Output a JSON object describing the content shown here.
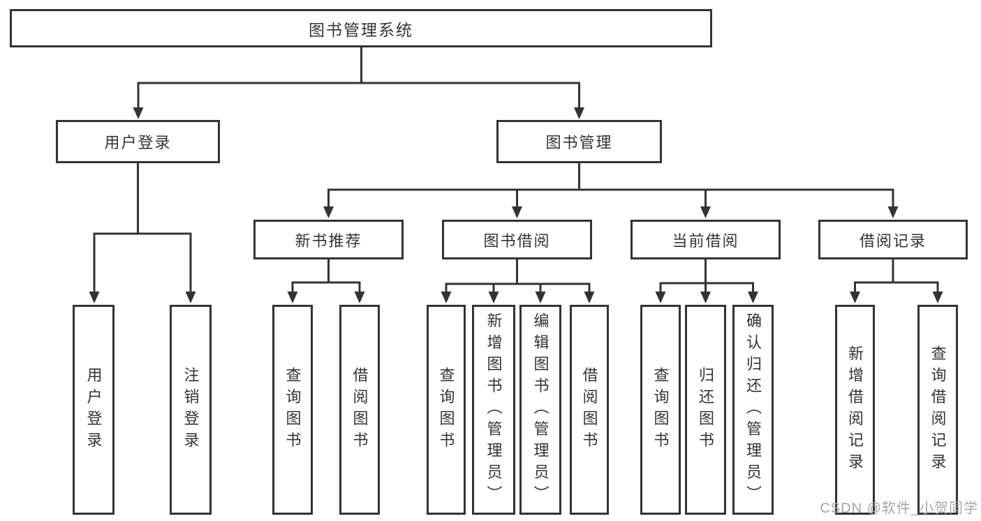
{
  "colors": {
    "line": "#333333",
    "border": "#333333",
    "text": "#333333",
    "box_fill": "#ffffff",
    "watermark": "#a6a6a6",
    "background": "#ffffff"
  },
  "root": {
    "label": "图书管理系统"
  },
  "level2": {
    "user_login": {
      "label": "用户登录"
    },
    "book_management": {
      "label": "图书管理"
    }
  },
  "level3": {
    "new_book_recommend": {
      "label": "新书推荐"
    },
    "book_borrowing": {
      "label": "图书借阅"
    },
    "current_borrowing": {
      "label": "当前借阅"
    },
    "borrowing_records": {
      "label": "借阅记录"
    }
  },
  "leaves": {
    "user_login": {
      "label": "用户登录"
    },
    "logout": {
      "label": "注销登录"
    },
    "nbr_query_books": {
      "label": "查询图书"
    },
    "nbr_borrow_books": {
      "label": "借阅图书"
    },
    "bb_query_books": {
      "label": "查询图书"
    },
    "bb_add_books": {
      "label": "新增图书（管理员）"
    },
    "bb_edit_books": {
      "label": "编辑图书（管理员）"
    },
    "bb_borrow_books": {
      "label": "借阅图书"
    },
    "cb_query_books": {
      "label": "查询图书"
    },
    "cb_return_books": {
      "label": "归还图书"
    },
    "cb_confirm_return": {
      "label": "确认归还（管理员）"
    },
    "br_add_record": {
      "label": "新增借阅记录"
    },
    "br_query_record": {
      "label": "查询借阅记录"
    }
  },
  "hierarchy": {
    "图书管理系统": {
      "用户登录": [
        "用户登录",
        "注销登录"
      ],
      "图书管理": {
        "新书推荐": [
          "查询图书",
          "借阅图书"
        ],
        "图书借阅": [
          "查询图书",
          "新增图书（管理员）",
          "编辑图书（管理员）",
          "借阅图书"
        ],
        "当前借阅": [
          "查询图书",
          "归还图书",
          "确认归还（管理员）"
        ],
        "借阅记录": [
          "新增借阅记录",
          "查询借阅记录"
        ]
      }
    }
  },
  "watermark": {
    "text": "CSDN @软件_小贺同学"
  }
}
